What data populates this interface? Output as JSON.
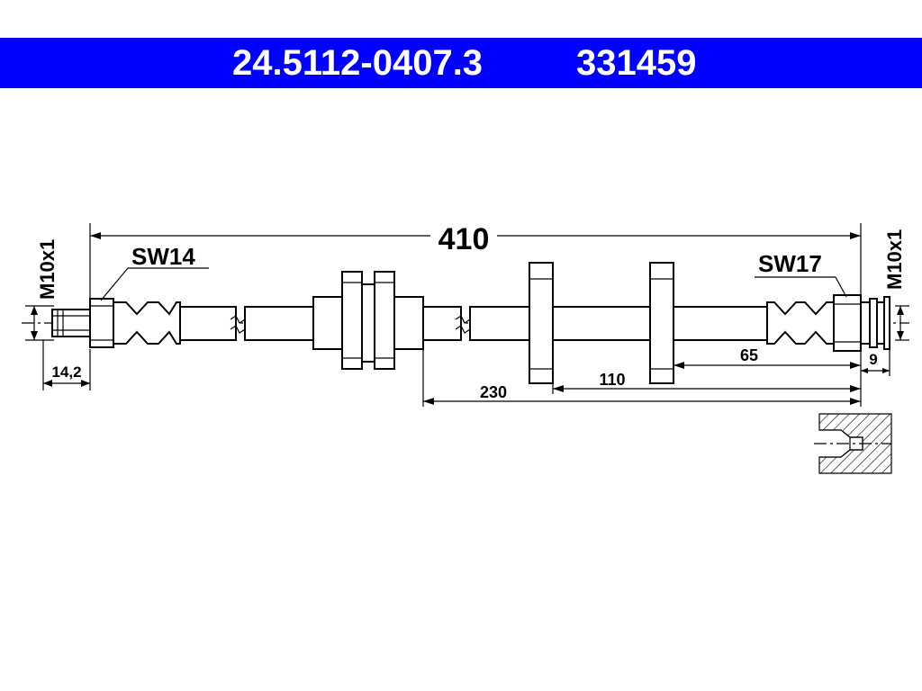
{
  "header": {
    "part_number": "24.5112-0407.3",
    "reference_number": "331459",
    "background_color": "#0000ff",
    "text_color": "#ffffff"
  },
  "drawing": {
    "overall_length": "410",
    "left_fitting": {
      "wrench_size": "SW14",
      "thread": "M10x1",
      "length": "14,2"
    },
    "right_fitting": {
      "wrench_size": "SW17",
      "thread": "M10x1",
      "length": "9"
    },
    "dimensions": {
      "d230": "230",
      "d110": "110",
      "d65": "65"
    }
  }
}
